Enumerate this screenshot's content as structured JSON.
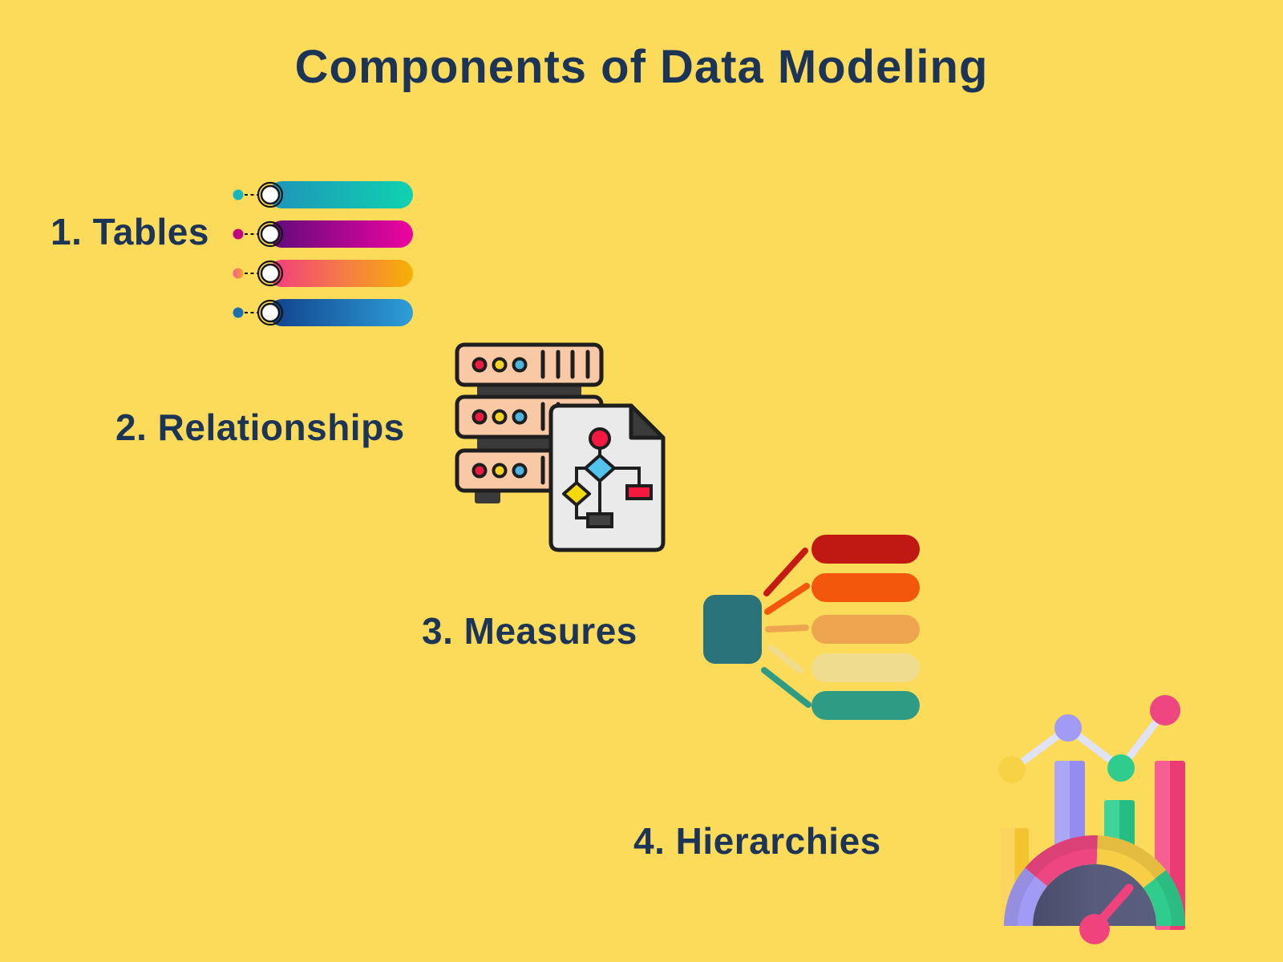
{
  "title": "Components of Data Modeling",
  "items": [
    {
      "index": "1.",
      "label": "Tables",
      "full_label": "1. Tables",
      "icon": "gradient-bars-icon"
    },
    {
      "index": "2.",
      "label": "Relationships",
      "full_label": "2. Relationships",
      "icon": "server-flowchart-icon"
    },
    {
      "index": "3.",
      "label": "Measures",
      "full_label": "3. Measures",
      "icon": "mindmap-icon"
    },
    {
      "index": "4.",
      "label": "Hierarchies",
      "full_label": "4. Hierarchies",
      "icon": "chart-gauge-icon"
    }
  ],
  "colors": {
    "background": "#FDDB5A",
    "heading_text": "#1C3557",
    "tables_bar_gradients": [
      [
        "#1F93BA",
        "#0FD2AF"
      ],
      [
        "#5E0B7B",
        "#EE04A0"
      ],
      [
        "#F23B7F",
        "#F6B004"
      ],
      [
        "#10418B",
        "#2E9ED9"
      ]
    ],
    "server_body": "#F8C9A4",
    "server_dots": [
      "#EC1C40",
      "#F5D327",
      "#4FB3E0"
    ],
    "document_page": "#EAEAEA",
    "flowchart": {
      "circle": "#F5183F",
      "diamond_blue": "#54C3EB",
      "diamond_yellow": "#F5D80E",
      "rect_red": "#F5183F",
      "rect_dark": "#414141"
    },
    "mindmap_root": "#2A737A",
    "mindmap_pills": [
      "#C01913",
      "#F3570C",
      "#EFA54F",
      "#EFDC8F",
      "#2E9C85"
    ],
    "chart_dots": [
      "#F8D245",
      "#A29BF5",
      "#2FCC8E",
      "#EE4680"
    ],
    "gauge_segments": [
      "#A29BF5",
      "#EE4680",
      "#F8CE46",
      "#2FCC8E"
    ],
    "gauge_face": "#575B7C",
    "gauge_needle": "#F0437E"
  }
}
